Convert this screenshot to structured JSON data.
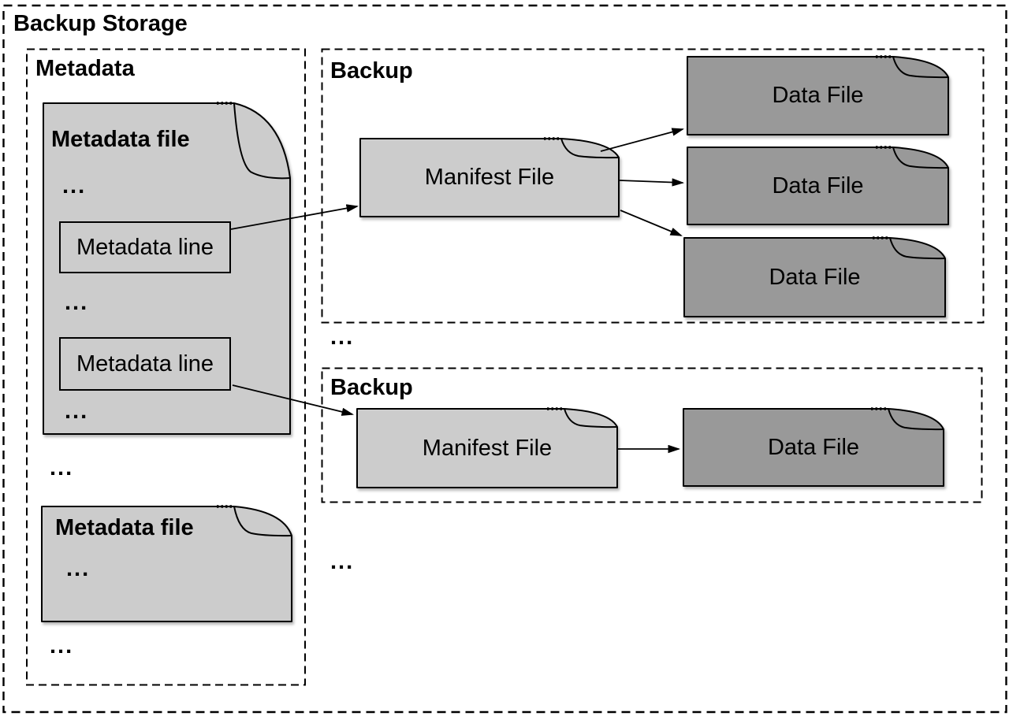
{
  "title": "Backup Storage",
  "colors": {
    "doc_light": "#cccccc",
    "doc_dark": "#999999",
    "stroke": "#000000",
    "background": "#ffffff"
  },
  "metadata_section": {
    "label": "Metadata",
    "file1": {
      "title": "Metadata file",
      "line1": "Metadata line",
      "line2": "Metadata line"
    },
    "file2": {
      "title": "Metadata file"
    }
  },
  "backups": [
    {
      "label": "Backup",
      "manifest": "Manifest File",
      "data_files": [
        "Data File",
        "Data File",
        "Data File"
      ]
    },
    {
      "label": "Backup",
      "manifest": "Manifest File",
      "data_files": [
        "Data File"
      ]
    }
  ],
  "ellipsis": "..."
}
